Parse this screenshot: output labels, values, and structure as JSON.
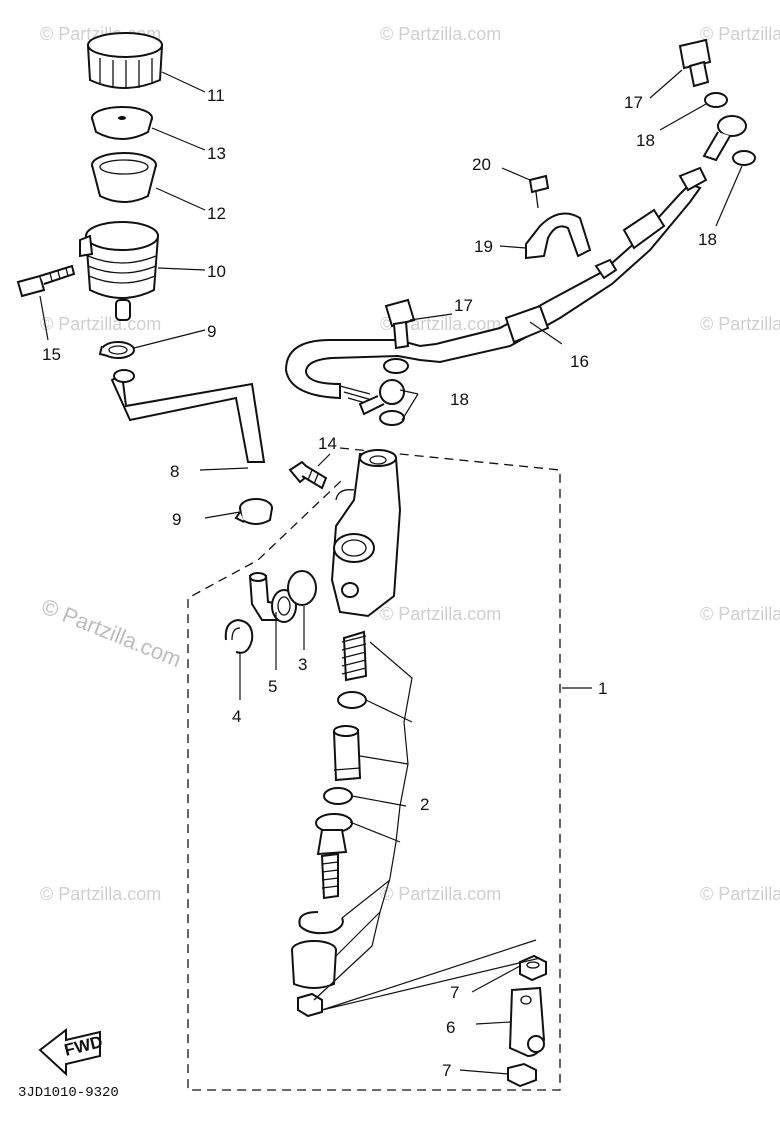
{
  "diagram": {
    "part_code": "3JD1010-9320",
    "fwd_label": "FWD",
    "watermark_text": "© Partzilla.com",
    "labels": {
      "l1": "1",
      "l2": "2",
      "l3": "3",
      "l4": "4",
      "l5": "5",
      "l6": "6",
      "l7a": "7",
      "l7b": "7",
      "l8": "8",
      "l9a": "9",
      "l9b": "9",
      "l10": "10",
      "l11": "11",
      "l12": "12",
      "l13": "13",
      "l14": "14",
      "l15": "15",
      "l16": "16",
      "l17a": "17",
      "l17b": "17",
      "l18a": "18",
      "l18b": "18",
      "l18c": "18",
      "l19": "19",
      "l20": "20"
    },
    "colors": {
      "ink": "#111111",
      "watermark": "#cfcfcf"
    }
  }
}
